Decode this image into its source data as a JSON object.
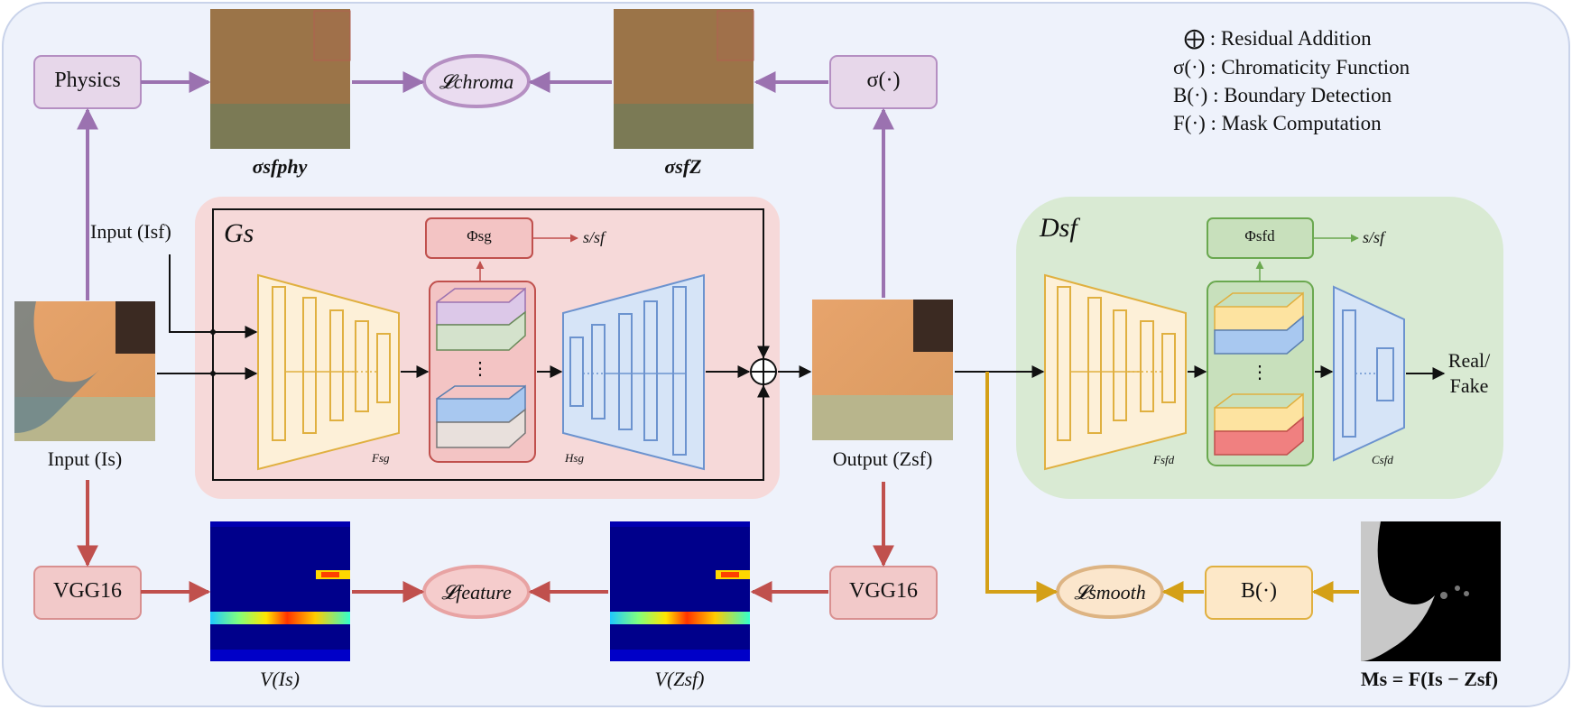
{
  "legend": {
    "residual": "⨁ : Residual Addition",
    "chromaticity": "σ(·) : Chromaticity Function",
    "boundary": "B(·) : Boundary Detection",
    "mask": "F(·) : Mask Computation"
  },
  "top_row": {
    "physics": "Physics",
    "sigma_func": "σ(·)",
    "loss_chroma": "𝓛chroma",
    "sigma_phy": "σsfphy",
    "sigma_z": "σsfZ"
  },
  "generator": {
    "title": "Gs",
    "phi": "Φsg",
    "phi_out": "s/sf",
    "encoder": "Fsg",
    "decoder": "Hsg",
    "input_sf": "Input (Isf)",
    "dots": "⋮",
    "residual_symbol": "⊕"
  },
  "discriminator": {
    "title": "Dsf",
    "phi": "Φsfd",
    "phi_out": "s/sf",
    "encoder": "Fsfd",
    "classifier": "Csfd",
    "output": "Real/ Fake",
    "dots": "⋮"
  },
  "images": {
    "input": "Input (Is)",
    "output": "Output (Zsf)",
    "v_input": "V(Is)",
    "v_output": "V(Zsf)",
    "mask": "Ms = F(Is − Zsf)"
  },
  "bottom_row": {
    "vgg_left": "VGG16",
    "vgg_right": "VGG16",
    "loss_feature": "𝓛feature",
    "loss_smooth": "𝓛smooth",
    "boundary_func": "B(·)"
  },
  "colors": {
    "purple": "#9b72b0",
    "red": "#c0504d",
    "gold": "#d4a017",
    "generator_bg": "#f6d9d9",
    "discriminator_bg": "#d9ead3",
    "page_bg": "#eef2fb"
  }
}
